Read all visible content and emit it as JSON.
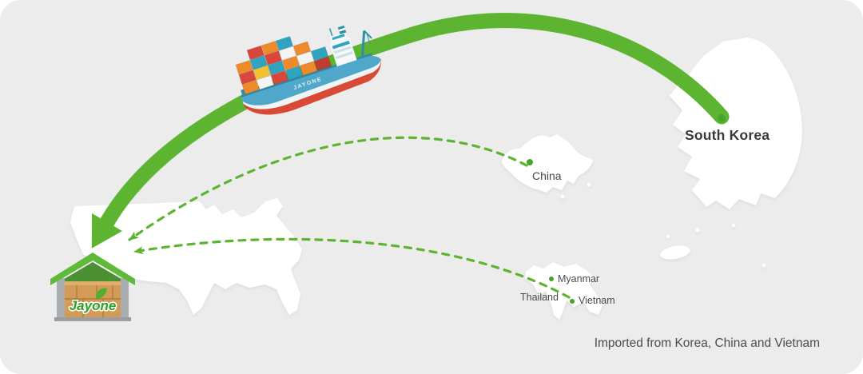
{
  "caption": "Imported from Korea, China and Vietnam",
  "locations": {
    "south_korea": "South Korea",
    "china": "China",
    "myanmar": "Myanmar",
    "thailand": "Thailand",
    "vietnam": "Vietnam"
  },
  "warehouse": {
    "logo": "Jayone"
  },
  "ship": {
    "hull_text": "JAYONE"
  },
  "colors": {
    "background": "#ececec",
    "accent_green": "#5cb431",
    "dot_green": "#44a62b",
    "map_fill": "#ffffff",
    "label_color": "#4a4a4a",
    "major_label_color": "#393939",
    "caption_color": "#4c4c4c"
  }
}
